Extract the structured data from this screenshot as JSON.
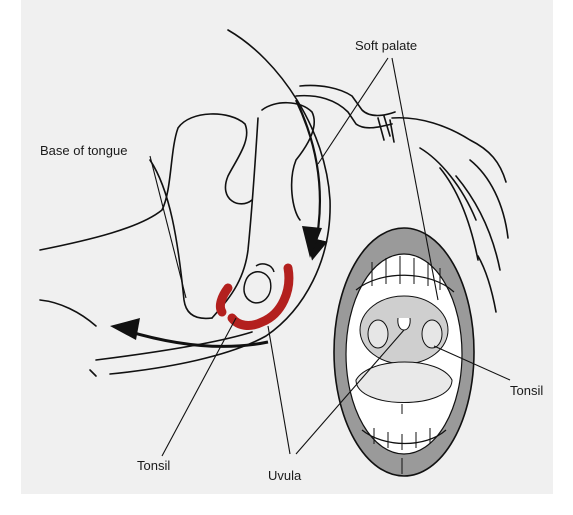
{
  "labels": {
    "soft_palate": "Soft palate",
    "base_of_tongue": "Base of tongue",
    "tonsil_right": "Tonsil",
    "tonsil_left": "Tonsil",
    "uvula": "Uvula"
  },
  "colors": {
    "background": "#f0f0f0",
    "line": "#111111",
    "tonsil_highlight": "#b3201e",
    "mouth_gray": "#9a9a9a",
    "mouth_dark": "#555555"
  }
}
